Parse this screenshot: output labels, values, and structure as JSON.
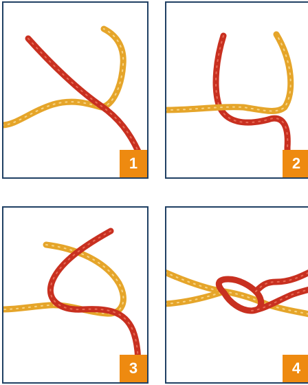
{
  "steps": [
    {
      "number": "1"
    },
    {
      "number": "2"
    },
    {
      "number": "3"
    },
    {
      "number": "4"
    }
  ],
  "colors": {
    "frame": "#1f3f63",
    "badge": "#ee8a10",
    "badge_text": "#ffffff",
    "rope_yellow": "#e5a52a",
    "rope_red": "#c83020"
  }
}
